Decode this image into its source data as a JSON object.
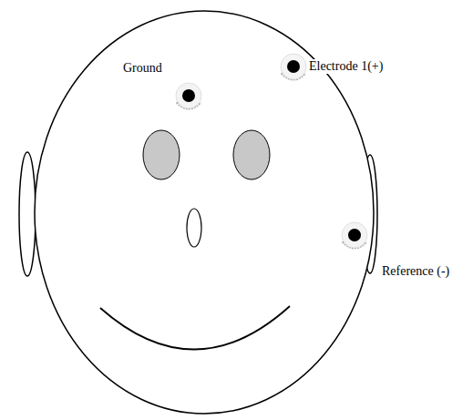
{
  "diagram": {
    "labels": [
      "Ground",
      "Electrode 1(+)",
      "Reference (-)"
    ]
  }
}
